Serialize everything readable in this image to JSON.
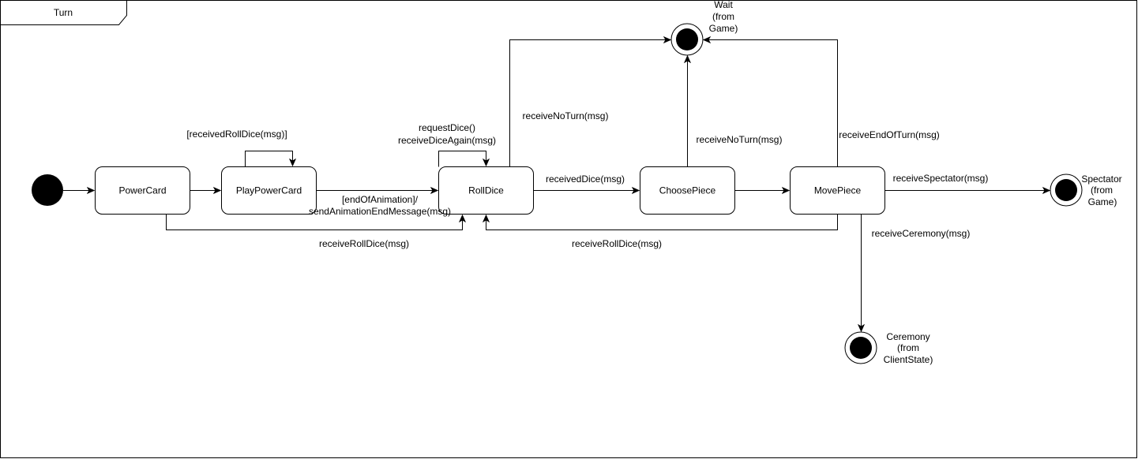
{
  "frame": {
    "title": "Turn"
  },
  "initial": {
    "name": "initial-state"
  },
  "states": {
    "powercard": "PowerCard",
    "playpowercard": "PlayPowerCard",
    "rolldice": "RollDice",
    "choosepiece": "ChoosePiece",
    "movepiece": "MovePiece"
  },
  "finals": {
    "wait": [
      "Wait",
      "(from",
      "Game)"
    ],
    "spectator": [
      "Spectator",
      "(from",
      "Game)"
    ],
    "ceremony": [
      "Ceremony",
      "(from",
      "ClientState)"
    ]
  },
  "transitions": {
    "playpowercard_self": "[receivedRollDice(msg)]",
    "playpowercard_to_rolldice": [
      "[endOfAnimation]/",
      "sendAnimationEndMessage(msg)"
    ],
    "powercard_to_rolldice": "receiveRollDice(msg)",
    "rolldice_self": [
      "requestDice()",
      "receiveDiceAgain(msg)"
    ],
    "rolldice_to_wait": "receiveNoTurn(msg)",
    "rolldice_to_choosepiece": "receivedDice(msg)",
    "choosepiece_to_wait": "receiveNoTurn(msg)",
    "movepiece_to_wait": "receiveEndOfTurn(msg)",
    "movepiece_to_spectator": "receiveSpectator(msg)",
    "movepiece_to_rolldice": "receiveRollDice(msg)",
    "movepiece_to_ceremony": "receiveCeremony(msg)"
  },
  "colors": {
    "stroke": "#000000",
    "fill": "#ffffff",
    "node": "#000000"
  }
}
